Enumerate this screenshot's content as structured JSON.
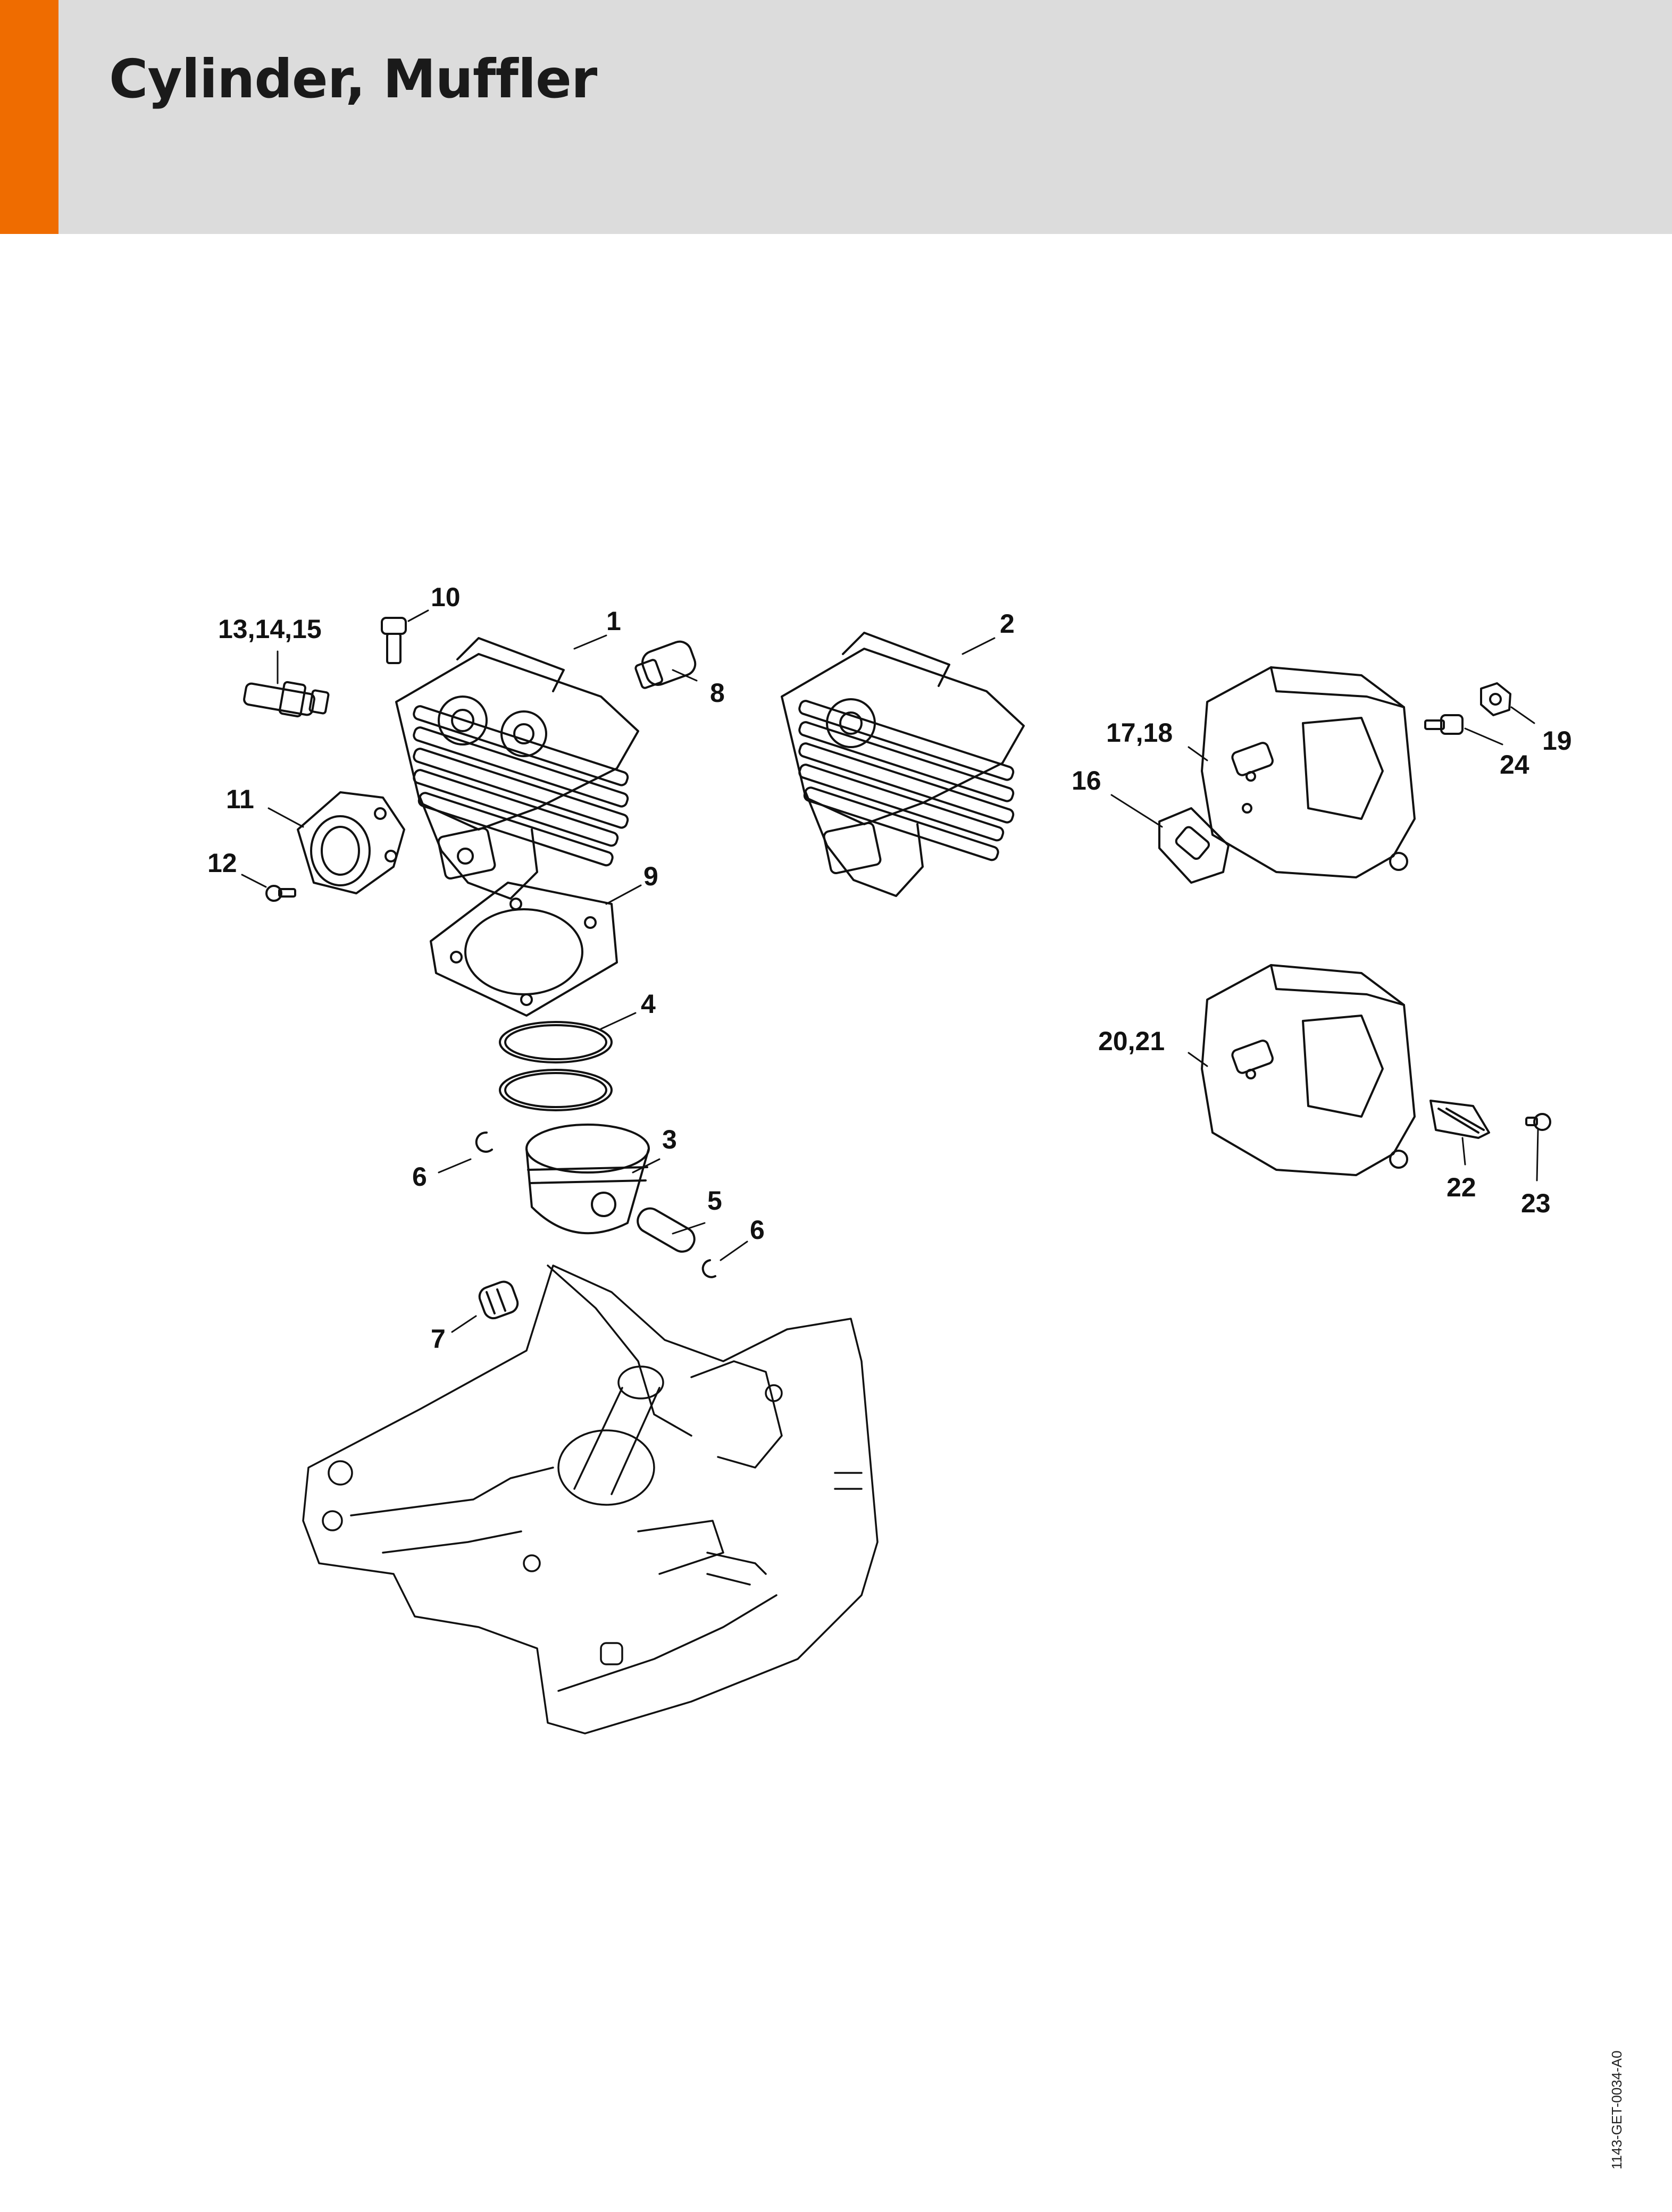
{
  "page": {
    "title": "Cylinder, Muffler",
    "doc_id": "1143-GET-0034-A0",
    "accent_color": "#ef6c00",
    "header_bg": "#dcdcdc"
  },
  "callouts": {
    "c1": "1",
    "c2": "2",
    "c3": "3",
    "c4": "4",
    "c5": "5",
    "c6a": "6",
    "c6b": "6",
    "c7": "7",
    "c8": "8",
    "c9": "9",
    "c10": "10",
    "c11": "11",
    "c12": "12",
    "c13_15": "13,14,15",
    "c16": "16",
    "c17_18": "17,18",
    "c19": "19",
    "c20_21": "20,21",
    "c22": "22",
    "c23": "23",
    "c24": "24"
  }
}
